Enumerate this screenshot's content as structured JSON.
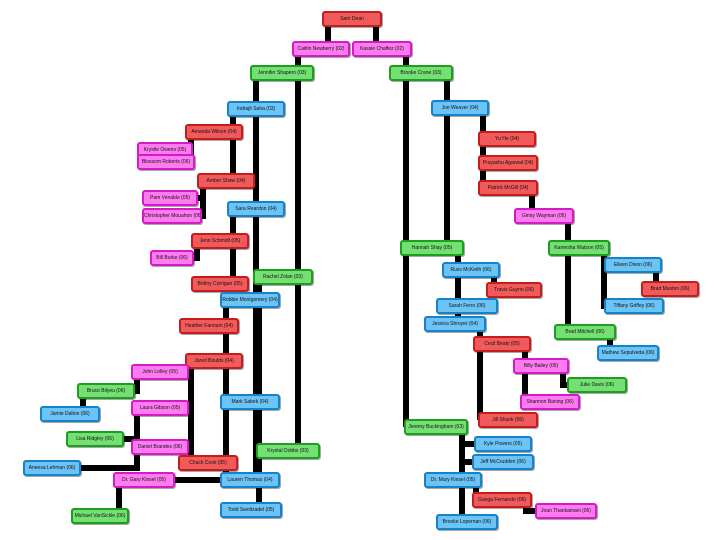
{
  "colors": {
    "red": {
      "fill": "#f15a5a",
      "stroke": "#c41d1d"
    },
    "pink": {
      "fill": "#ff7bf0",
      "stroke": "#d41bc4"
    },
    "green": {
      "fill": "#74e074",
      "stroke": "#1e9e1e"
    },
    "blue": {
      "fill": "#6cc4f6",
      "stroke": "#1583c9"
    },
    "edge": "#000000"
  },
  "nodes": [
    {
      "id": "n1",
      "label": "Sam Dean",
      "color": "red"
    },
    {
      "id": "n2",
      "label": "Caitlin Newberry (02)",
      "color": "pink"
    },
    {
      "id": "n3",
      "label": "Kassie Chaffez (02)",
      "color": "pink"
    },
    {
      "id": "n4",
      "label": "Jennifer Shapero (03)",
      "color": "green"
    },
    {
      "id": "n5",
      "label": "Brooke Crane (03)",
      "color": "green"
    },
    {
      "id": "n6",
      "label": "Indrajit Saha (03)",
      "color": "blue"
    },
    {
      "id": "n7",
      "label": "Amanda Wilson (04)",
      "color": "red"
    },
    {
      "id": "n8",
      "label": "Krystle Owens (05)",
      "color": "pink"
    },
    {
      "id": "n9",
      "label": "Blossom Roberts (06)",
      "color": "pink"
    },
    {
      "id": "n10",
      "label": "Amber Shaw (04)",
      "color": "red"
    },
    {
      "id": "n11",
      "label": "Pam Venable (05)",
      "color": "pink"
    },
    {
      "id": "n12",
      "label": "Christopher Mouahon (06)",
      "color": "pink"
    },
    {
      "id": "n13",
      "label": "Sara Reardon (04)",
      "color": "blue"
    },
    {
      "id": "n14",
      "label": "Jenn Schmidt (05)",
      "color": "red"
    },
    {
      "id": "n15",
      "label": "Bill Burke (06)",
      "color": "pink"
    },
    {
      "id": "n16",
      "label": "Brittny Corrigan (05)",
      "color": "red"
    },
    {
      "id": "n17",
      "label": "Rachel Zolan (03)",
      "color": "green"
    },
    {
      "id": "n18",
      "label": "Robbie Montgomery (04)",
      "color": "blue"
    },
    {
      "id": "n19",
      "label": "Heather Fannum (04)",
      "color": "red"
    },
    {
      "id": "n20",
      "label": "Jared Boulds (04)",
      "color": "red"
    },
    {
      "id": "n21",
      "label": "John Lolley (05)",
      "color": "pink"
    },
    {
      "id": "n22",
      "label": "Bruce Bilyeu (06)",
      "color": "green"
    },
    {
      "id": "n23",
      "label": "Jamie Dalton (06)",
      "color": "blue"
    },
    {
      "id": "n24",
      "label": "Laura Gibson (05)",
      "color": "pink"
    },
    {
      "id": "n25",
      "label": "Lisa Ridgley (06)",
      "color": "green"
    },
    {
      "id": "n26",
      "label": "Daniel Brandes (06)",
      "color": "pink"
    },
    {
      "id": "n27",
      "label": "Aneesa Lehman (06)",
      "color": "blue"
    },
    {
      "id": "n28",
      "label": "Mark Sabek (04)",
      "color": "blue"
    },
    {
      "id": "n29",
      "label": "Krystal Dobbs (03)",
      "color": "green"
    },
    {
      "id": "n30",
      "label": "Chuck Cook (05)",
      "color": "red"
    },
    {
      "id": "n31",
      "label": "Dr. Gary Kinsel (05)",
      "color": "pink"
    },
    {
      "id": "n32",
      "label": "Lauren Thomas (04)",
      "color": "blue"
    },
    {
      "id": "n33",
      "label": "Michael VanSickle (06)",
      "color": "green"
    },
    {
      "id": "n34",
      "label": "Todd Swoltzadel (05)",
      "color": "blue"
    },
    {
      "id": "n35",
      "label": "Joe Weaver (04)",
      "color": "blue"
    },
    {
      "id": "n36",
      "label": "Yu He (04)",
      "color": "red"
    },
    {
      "id": "n37",
      "label": "Pruyashu Agarwal (04)",
      "color": "red"
    },
    {
      "id": "n38",
      "label": "Patrick McGill (04)",
      "color": "red"
    },
    {
      "id": "n39",
      "label": "Ginny Wayman (05)",
      "color": "pink"
    },
    {
      "id": "n40",
      "label": "Hannah Shay (05)",
      "color": "green"
    },
    {
      "id": "n41",
      "label": "Kamesha Watson (05)",
      "color": "green"
    },
    {
      "id": "n42",
      "label": "Eileen Dixon (06)",
      "color": "blue"
    },
    {
      "id": "n43",
      "label": "Brad Muston (06)",
      "color": "red"
    },
    {
      "id": "n44",
      "label": "Tiffany Griffey (06)",
      "color": "blue"
    },
    {
      "id": "n45",
      "label": "Russ McKeith (06)",
      "color": "blue"
    },
    {
      "id": "n46",
      "label": "Travis Guynn (06)",
      "color": "red"
    },
    {
      "id": "n47",
      "label": "Sarah Ferro (06)",
      "color": "blue"
    },
    {
      "id": "n48",
      "label": "Jessica Shroyer (04)",
      "color": "blue"
    },
    {
      "id": "n49",
      "label": "Brad Mitchell (06)",
      "color": "green"
    },
    {
      "id": "n50",
      "label": "Mathew Sepulveda (06)",
      "color": "blue"
    },
    {
      "id": "n51",
      "label": "Cecil Beaty (05)",
      "color": "red"
    },
    {
      "id": "n52",
      "label": "Billy Bailey (05)",
      "color": "pink"
    },
    {
      "id": "n53",
      "label": "Julie Davis (06)",
      "color": "green"
    },
    {
      "id": "n54",
      "label": "Shannon Baning (06)",
      "color": "pink"
    },
    {
      "id": "n55",
      "label": "Jeremy Buckingham (03)",
      "color": "green"
    },
    {
      "id": "n56",
      "label": "Jill Shunk (06)",
      "color": "red"
    },
    {
      "id": "n57",
      "label": "Kyle Powers (05)",
      "color": "blue"
    },
    {
      "id": "n58",
      "label": "Jeff McCrudden (06)",
      "color": "blue"
    },
    {
      "id": "n59",
      "label": "Dr. Mary Kinsel (05)",
      "color": "blue"
    },
    {
      "id": "n60",
      "label": "Ganga Fernando (06)",
      "color": "red"
    },
    {
      "id": "n61",
      "label": "Joan Thankamani (06)",
      "color": "pink"
    },
    {
      "id": "n62",
      "label": "Brooke Lopernan (06)",
      "color": "blue"
    }
  ],
  "edges": [
    [
      "n1",
      "n2"
    ],
    [
      "n1",
      "n3"
    ],
    [
      "n2",
      "n4"
    ],
    [
      "n2",
      "n17"
    ],
    [
      "n2",
      "n29"
    ],
    [
      "n3",
      "n5"
    ],
    [
      "n3",
      "n55"
    ],
    [
      "n4",
      "n6"
    ],
    [
      "n4",
      "n13"
    ],
    [
      "n4",
      "n32"
    ],
    [
      "n6",
      "n7"
    ],
    [
      "n6",
      "n10"
    ],
    [
      "n7",
      "n8"
    ],
    [
      "n7",
      "n9"
    ],
    [
      "n10",
      "n11"
    ],
    [
      "n10",
      "n12"
    ],
    [
      "n13",
      "n14"
    ],
    [
      "n13",
      "n16"
    ],
    [
      "n14",
      "n15"
    ],
    [
      "n17",
      "n18"
    ],
    [
      "n17",
      "n34"
    ],
    [
      "n18",
      "n19"
    ],
    [
      "n18",
      "n20"
    ],
    [
      "n18",
      "n28"
    ],
    [
      "n18",
      "n31"
    ],
    [
      "n20",
      "n21"
    ],
    [
      "n20",
      "n24"
    ],
    [
      "n20",
      "n30"
    ],
    [
      "n21",
      "n22"
    ],
    [
      "n22",
      "n23"
    ],
    [
      "n24",
      "n25"
    ],
    [
      "n24",
      "n26"
    ],
    [
      "n26",
      "n27"
    ],
    [
      "n31",
      "n33"
    ],
    [
      "n5",
      "n35"
    ],
    [
      "n5",
      "n40"
    ],
    [
      "n35",
      "n36"
    ],
    [
      "n35",
      "n37"
    ],
    [
      "n35",
      "n38"
    ],
    [
      "n38",
      "n39"
    ],
    [
      "n39",
      "n41"
    ],
    [
      "n39",
      "n49"
    ],
    [
      "n41",
      "n42"
    ],
    [
      "n41",
      "n44"
    ],
    [
      "n42",
      "n43"
    ],
    [
      "n49",
      "n50"
    ],
    [
      "n40",
      "n45"
    ],
    [
      "n40",
      "n47"
    ],
    [
      "n40",
      "n48"
    ],
    [
      "n45",
      "n46"
    ],
    [
      "n48",
      "n51"
    ],
    [
      "n48",
      "n56"
    ],
    [
      "n51",
      "n52"
    ],
    [
      "n51",
      "n54"
    ],
    [
      "n52",
      "n53"
    ],
    [
      "n55",
      "n57"
    ],
    [
      "n55",
      "n58"
    ],
    [
      "n55",
      "n59"
    ],
    [
      "n55",
      "n62"
    ],
    [
      "n59",
      "n60"
    ],
    [
      "n60",
      "n61"
    ]
  ]
}
